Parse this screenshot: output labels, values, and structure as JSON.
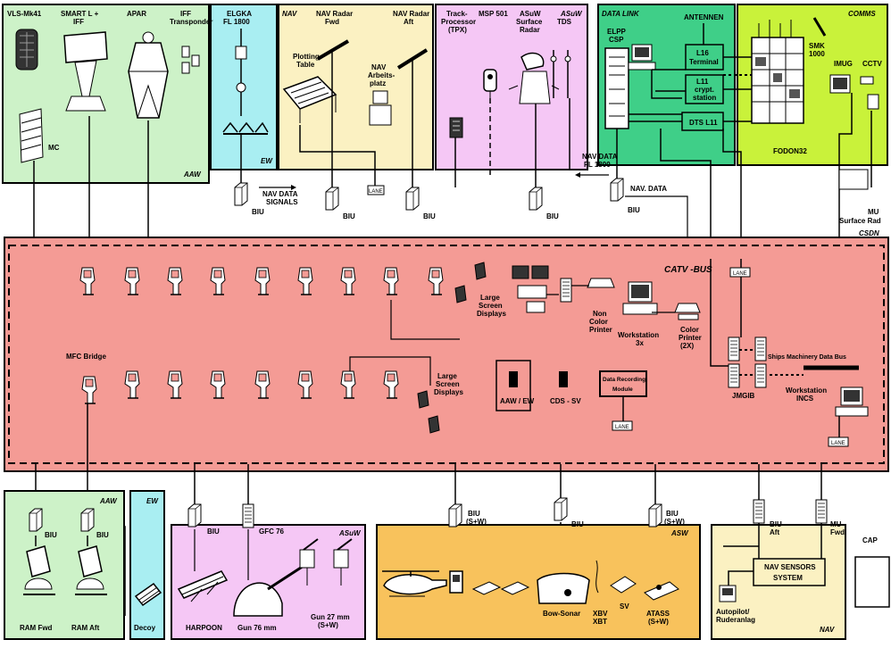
{
  "colors": {
    "aaw": "#cdf2c8",
    "ew": "#a9eef2",
    "nav": "#fbf1c2",
    "asuw": "#f5c7f5",
    "datalink": "#3fcf88",
    "comms": "#c9f23a",
    "csdn": "#f49b95",
    "asw": "#f8c25c",
    "line": "#000000"
  },
  "top": {
    "aaw": {
      "tag": "AAW",
      "vls": "VLS-Mk41",
      "smart1": "SMART L +",
      "smart2": "IFF",
      "apar": "APAR",
      "iff1": "IFF",
      "iff2": "Transponder",
      "mc": "MC"
    },
    "ew": {
      "tag": "EW",
      "elgka1": "ELGKA",
      "elgka2": "FL 1800"
    },
    "nav": {
      "tag": "NAV",
      "fwd1": "NAV Radar",
      "fwd2": "Fwd",
      "aft1": "NAV Radar",
      "aft2": "Aft",
      "plot1": "Plotting",
      "plot2": "Table",
      "arb1": "NAV",
      "arb2": "Arbeits-",
      "arb3": "platz"
    },
    "asuw": {
      "tag": "ASuW",
      "tp1": "Track-",
      "tp2": "Processor",
      "tp3": "(TPX)",
      "msp": "MSP 501",
      "sr1": "ASuW",
      "sr2": "Surface",
      "sr3": "Radar",
      "tds": "TDS"
    },
    "datalink": {
      "tag": "DATA LINK",
      "ant": "ANTENNEN",
      "eupp1": "ELPP",
      "eupp2": "CSP",
      "l16a": "L16",
      "l16b": "Terminal",
      "l11a": "L11",
      "l11b": "crypt.",
      "l11c": "station",
      "dts": "DTS L11"
    },
    "comms": {
      "tag": "COMMS",
      "smk1": "SMK",
      "smk2": "1000",
      "imug": "IMUG",
      "cctv": "CCTV",
      "fodon": "FODON32"
    }
  },
  "mid": {
    "navdata1": "NAV DATA",
    "navdata2": "SIGNALS",
    "navdata3": "NAV DATA",
    "navdata4": "FL 1800",
    "navdata5": "NAV. DATA",
    "biu": "BIU",
    "lane": "LANE",
    "mu1": "MU",
    "mu2": "Surface Rad"
  },
  "csdn": {
    "tag": "CSDN",
    "catv": "CATV -BUS",
    "lsd1a": "Large",
    "lsd1b": "Screen",
    "lsd1c": "Displays",
    "lsd2a": "Large",
    "lsd2b": "Screen",
    "lsd2c": "Displays",
    "ncp1": "Non",
    "ncp2": "Color",
    "ncp3": "Printer",
    "ws1": "Workstation",
    "ws2": "3x",
    "cp1": "Color",
    "cp2": "Printer",
    "cp3": "(2X)",
    "mfc": "MFC Bridge",
    "aaw_ew": "AAW / EW",
    "cds_sv": "CDS - SV",
    "drm1": "Data Recording",
    "drm2": "Module",
    "lane": "LANE",
    "jmgib": "JMGIB",
    "smdb": "Ships Machinery Data Bus",
    "wsincs1": "Workstation",
    "wsincs2": "INCS"
  },
  "bottom": {
    "aaw": {
      "tag": "AAW",
      "biu": "BIU",
      "ram1": "RAM Fwd",
      "ram2": "RAM Aft"
    },
    "ew": {
      "tag": "EW",
      "decoy": "Decoy"
    },
    "asuw": {
      "tag": "ASuW",
      "biu": "BIU",
      "gfc": "GFC 76",
      "harpoon": "HARPOON",
      "gun76": "Gun 76 mm",
      "gun27a": "Gun 27 mm",
      "gun27b": "(S+W)"
    },
    "asw": {
      "tag": "ASW",
      "biu1a": "BIU",
      "biu1b": "(S+W)",
      "biu2": "BIU",
      "biu3a": "BIU",
      "biu3b": "(S+W)",
      "bow": "Bow-Sonar",
      "xbt1": "XBV",
      "xbt2": "XBT",
      "sv": "SV",
      "atas1": "ATASS",
      "atas2": "(S+W)"
    },
    "nav": {
      "tag": "NAV",
      "biu": "BIU",
      "aft": "Aft",
      "mu": "MU",
      "fwd": "Fwd",
      "sensors1": "NAV SENSORS",
      "sensors2": "SYSTEM",
      "auto1": "Autopilot/",
      "auto2": "Ruderanlag"
    },
    "cap": "CAP"
  }
}
